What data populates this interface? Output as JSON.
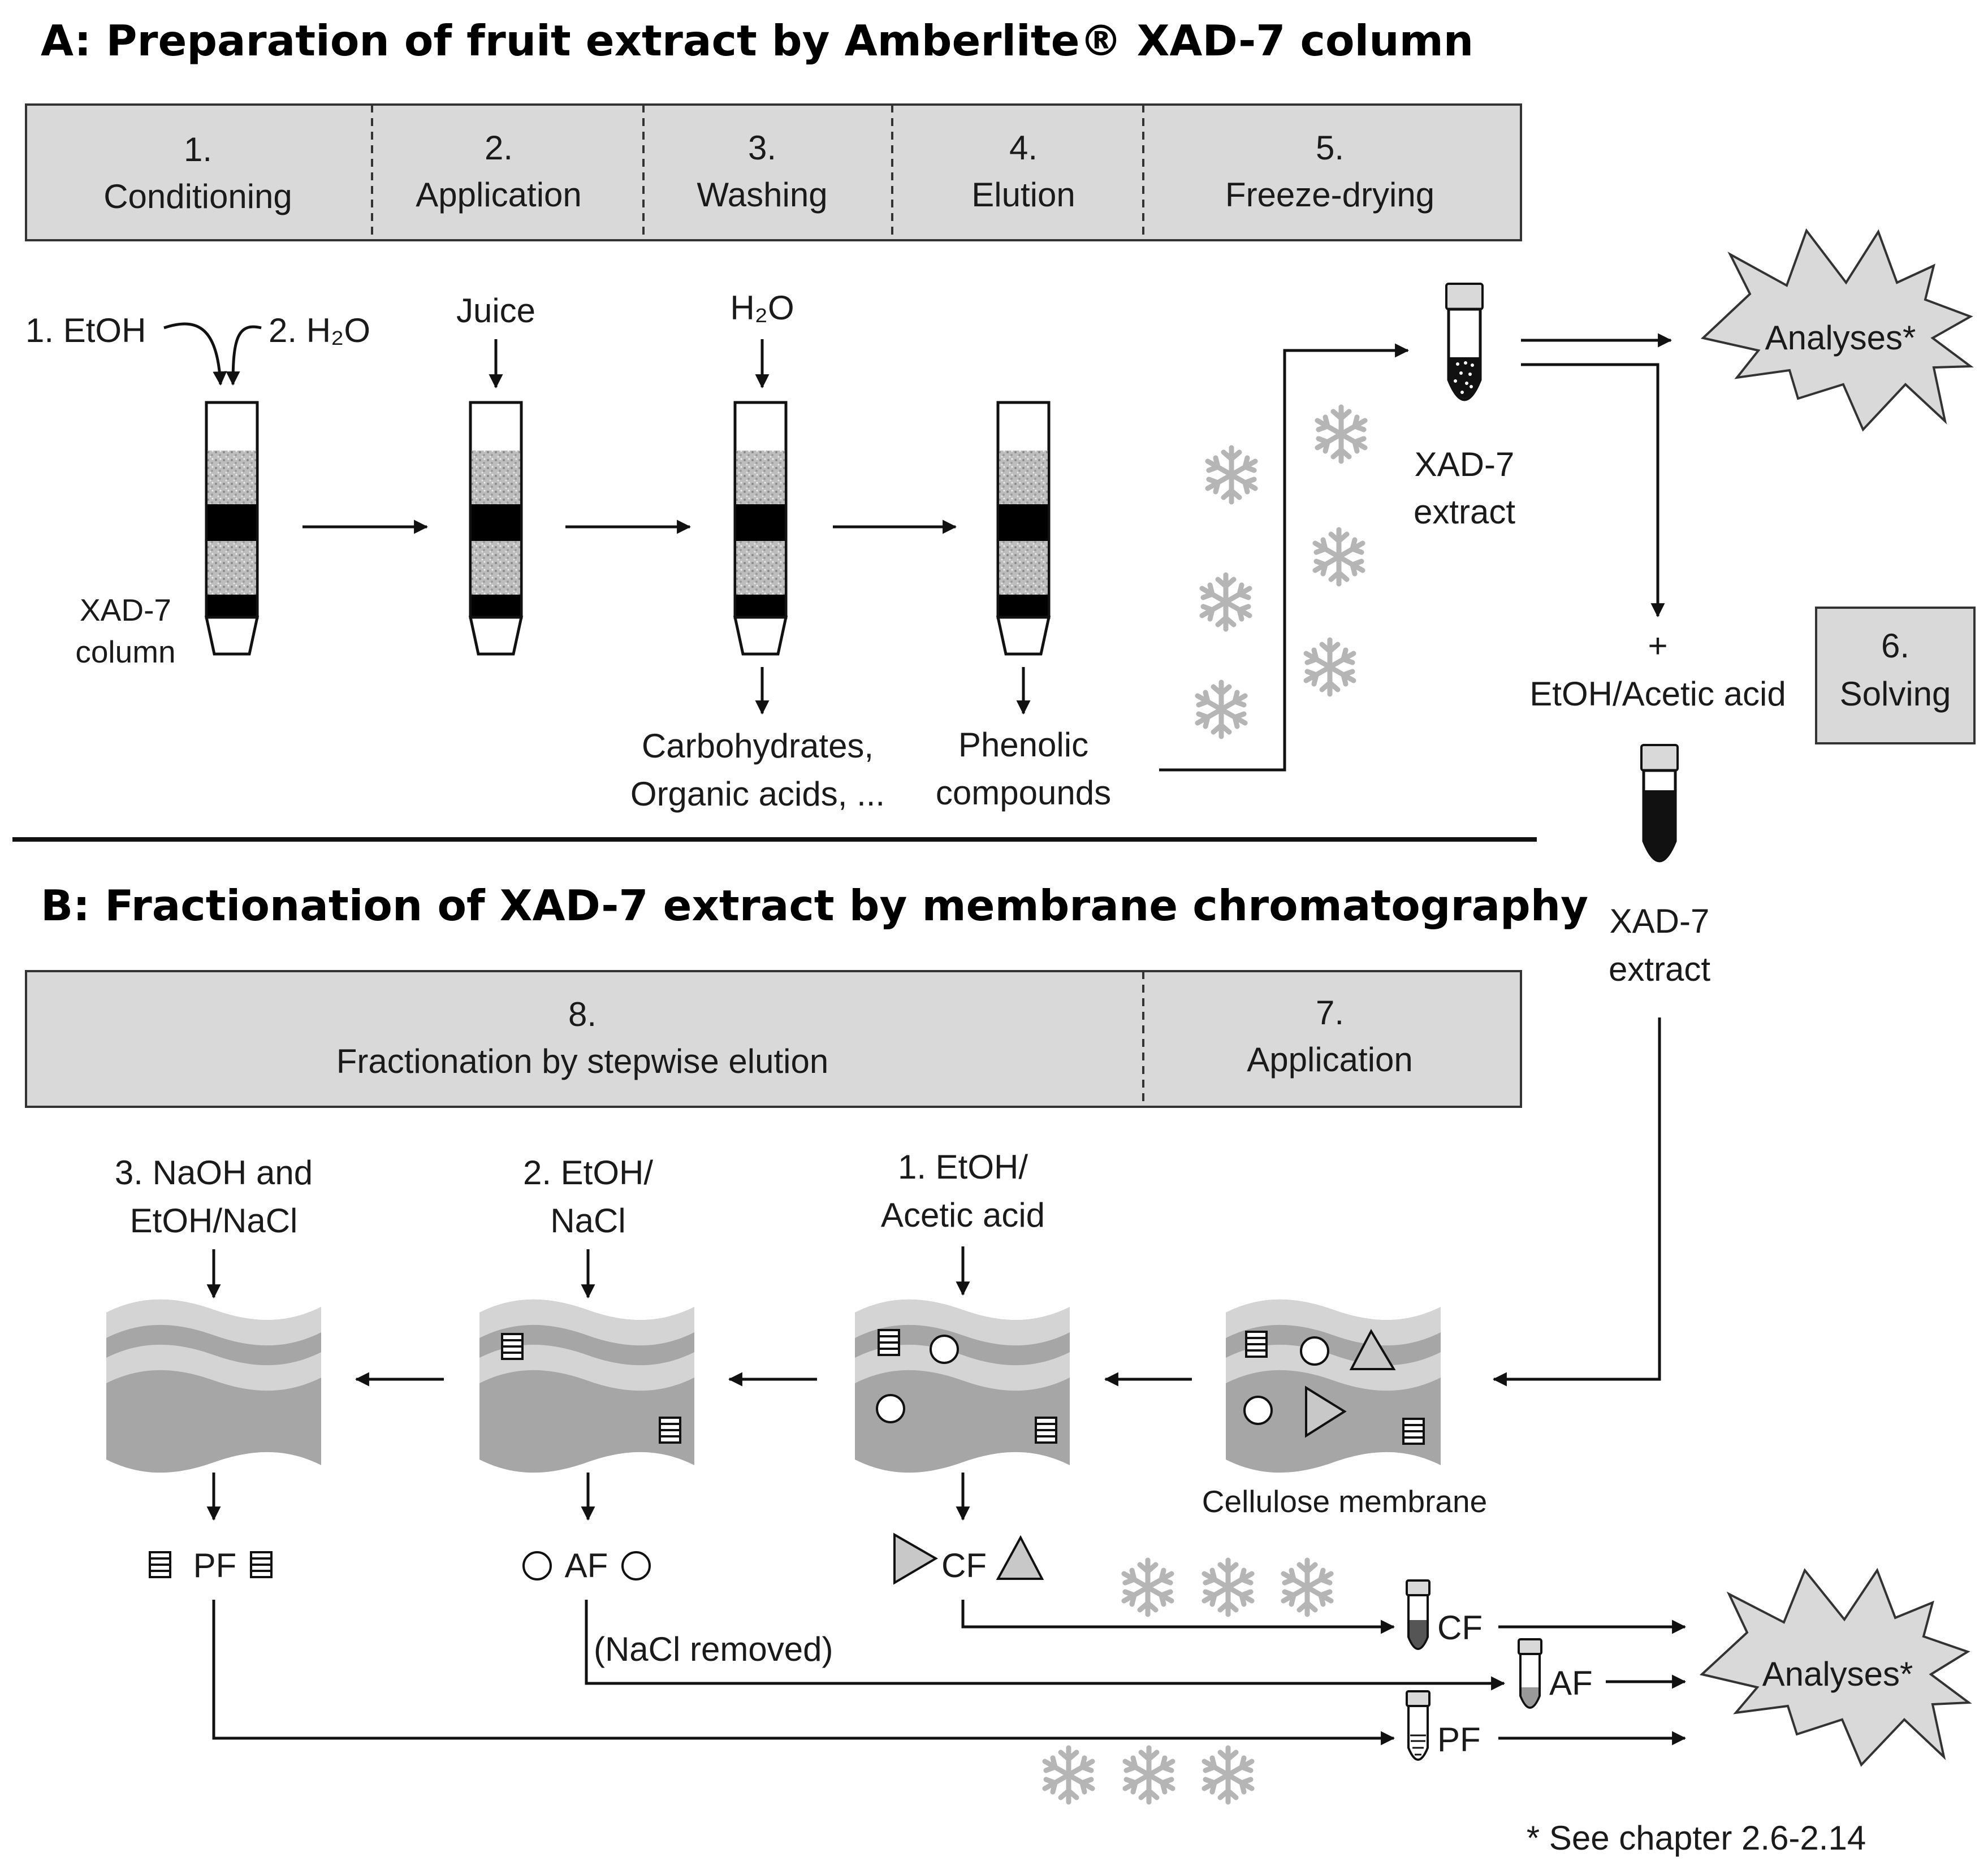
{
  "section_a": {
    "title": "A: Preparation of fruit extract by Amberlite® XAD-7 column",
    "steps": [
      {
        "num": "1.",
        "label": "Conditioning"
      },
      {
        "num": "2.",
        "label": "Application"
      },
      {
        "num": "3.",
        "label": "Washing"
      },
      {
        "num": "4.",
        "label": "Elution"
      },
      {
        "num": "5.",
        "label": "Freeze-drying"
      }
    ],
    "inputs": {
      "etoh": "1. EtOH",
      "h2o_cond": "2. H₂O",
      "juice": "Juice",
      "h2o_wash": "H₂O"
    },
    "column_label": [
      "XAD-7",
      "column"
    ],
    "outputs": {
      "washing": [
        "Carbohydrates,",
        "Organic acids, ..."
      ],
      "elution": [
        "Phenolic",
        "compounds"
      ]
    },
    "extract_label": [
      "XAD-7",
      "extract"
    ],
    "analyses": "Analyses*",
    "solving": {
      "plus": "+",
      "solvent": "EtOH/Acetic acid",
      "num": "6.",
      "label": "Solving"
    },
    "extract2_label": [
      "XAD-7",
      "extract"
    ]
  },
  "section_b": {
    "title": "B: Fractionation of XAD-7 extract by membrane chromatography",
    "steps": [
      {
        "num": "8.",
        "label": "Fractionation by stepwise elution"
      },
      {
        "num": "7.",
        "label": "Application"
      }
    ],
    "eluents": [
      [
        "3. NaOH and",
        "EtOH/NaCl"
      ],
      [
        "2. EtOH/",
        "NaCl"
      ],
      [
        "1. EtOH/",
        "Acetic acid"
      ]
    ],
    "membrane_label": "Cellulose membrane",
    "fractions": {
      "pf": "PF",
      "af": "AF",
      "cf": "CF"
    },
    "nacl_note": "(NaCl removed)",
    "analyses": "Analyses*"
  },
  "footnote": "* See chapter 2.6-2.14",
  "icons": [
    "snowflake-icon",
    "tube-icon",
    "column-icon",
    "membrane-icon"
  ]
}
